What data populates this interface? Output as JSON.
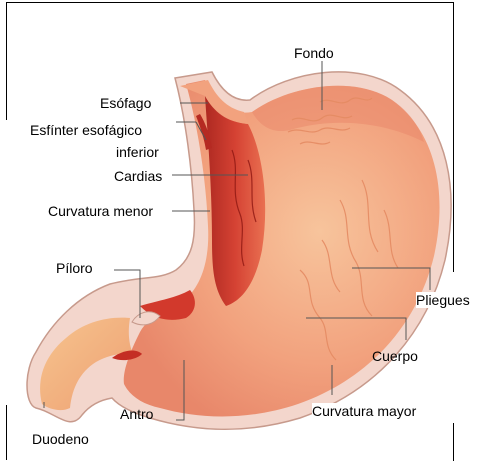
{
  "diagram": {
    "labels": {
      "fondo": "Fondo",
      "esofago": "Esófago",
      "esfinter_line1": "Esfínter esofágico",
      "esfinter_line2": "inferior",
      "cardias": "Cardias",
      "curvatura_menor": "Curvatura menor",
      "piloro": "Píloro",
      "pliegues": "Pliegues",
      "cuerpo": "Cuerpo",
      "antro": "Antro",
      "curvatura_mayor": "Curvatura mayor",
      "duodeno": "Duodeno"
    },
    "colors": {
      "wall_outer": "#f3d6cc",
      "wall_stroke": "#c79a8c",
      "stomach_fill": "#f2a27e",
      "stomach_highlight": "#f7c39a",
      "inner_red": "#d2392c",
      "inner_dark": "#a81f1a",
      "duodenum_fill": "#f3b07f",
      "leader": "#555555"
    }
  }
}
